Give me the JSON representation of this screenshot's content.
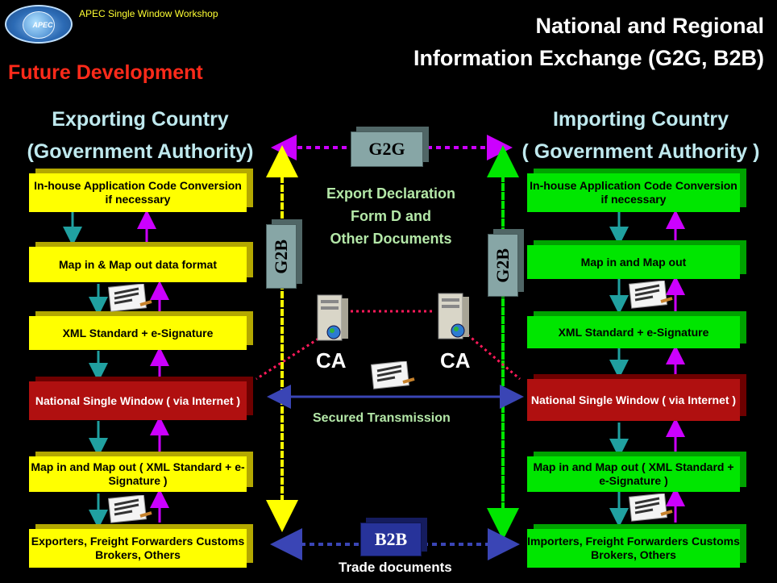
{
  "header": {
    "workshop": "APEC Single Window Workshop",
    "logo_text": "APEC",
    "title_line1": "National and Regional",
    "title_line2": "Information Exchange (G2G, B2B)",
    "subtitle": "Future Development"
  },
  "exporting": {
    "title_line1": "Exporting Country",
    "title_line2": "(Government Authority)",
    "boxes": [
      "In-house Application Code Conversion if necessary",
      "Map in & Map out data format",
      "XML Standard + e-Signature",
      "National Single Window ( via Internet )",
      "Map in and Map out ( XML Standard + e-Signature )",
      "Exporters, Freight Forwarders Customs Brokers, Others"
    ]
  },
  "importing": {
    "title_line1": "Importing Country",
    "title_line2": "( Government Authority )",
    "boxes": [
      "In-house Application Code Conversion if necessary",
      "Map in and Map out",
      "XML Standard + e-Signature",
      "National Single Window ( via Internet )",
      "Map in and Map out ( XML Standard + e-Signature )",
      "Importers, Freight Forwarders Customs Brokers, Others"
    ]
  },
  "center": {
    "g2g": "G2G",
    "g2b_left": "G2B",
    "g2b_right": "G2B",
    "b2b": "B2B",
    "docs_line1": "Export Declaration",
    "docs_line2": "Form D and",
    "docs_line3": "Other Documents",
    "ca_left": "CA",
    "ca_right": "CA",
    "secured": "Secured Transmission",
    "trade": "Trade documents"
  },
  "colors": {
    "background": "#000000",
    "exporter_box": "#ffff00",
    "importer_box": "#00e600",
    "nsw_box": "#b01010",
    "title_red": "#ff2a1a",
    "heading_cyan": "#bfe9ee",
    "arrow_teal": "#20a0a0",
    "arrow_magenta": "#cc00ff"
  }
}
